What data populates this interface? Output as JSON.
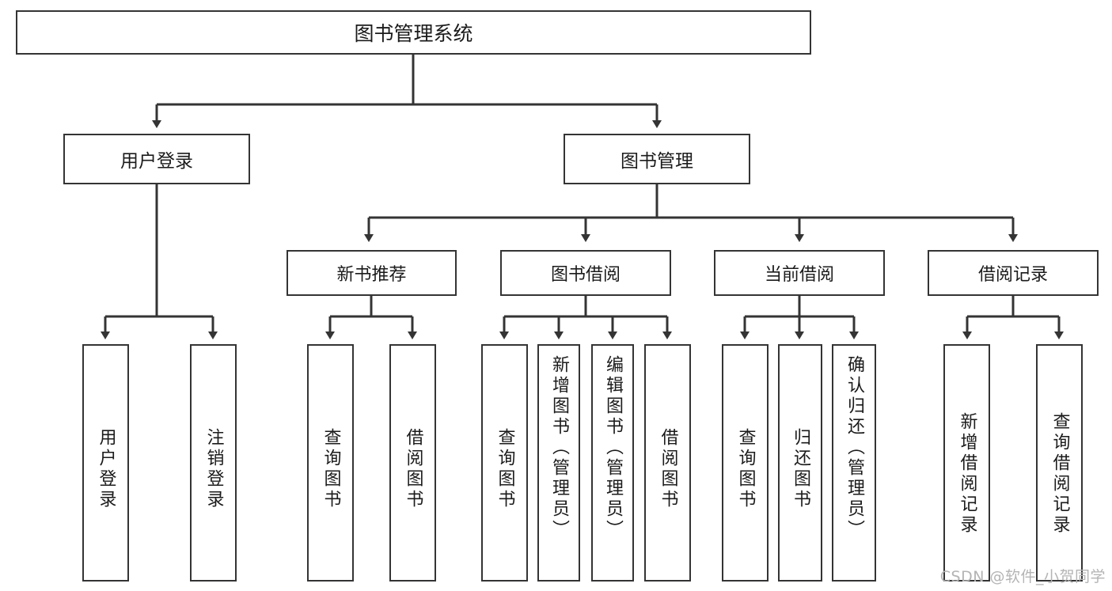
{
  "diagram": {
    "title": "图书管理系统",
    "type": "tree-hierarchy-chart",
    "root": {
      "label": "图书管理系统"
    },
    "level2": [
      {
        "label": "用户登录"
      },
      {
        "label": "图书管理"
      }
    ],
    "level3": [
      {
        "label": "新书推荐"
      },
      {
        "label": "图书借阅"
      },
      {
        "label": "当前借阅"
      },
      {
        "label": "借阅记录"
      }
    ],
    "leaves": {
      "user_login": [
        {
          "label": "用户登录"
        },
        {
          "label": "注销登录"
        }
      ],
      "new_book_recommend": [
        {
          "label": "查询图书"
        },
        {
          "label": "借阅图书"
        }
      ],
      "book_borrow": [
        {
          "label": "查询图书"
        },
        {
          "label": "新增图书（管理员）"
        },
        {
          "label": "编辑图书（管理员）"
        },
        {
          "label": "借阅图书"
        }
      ],
      "current_borrow": [
        {
          "label": "查询图书"
        },
        {
          "label": "归还图书"
        },
        {
          "label": "确认归还（管理员）"
        }
      ],
      "borrow_record": [
        {
          "label": "新增借阅记录"
        },
        {
          "label": "查询借阅记录"
        }
      ]
    }
  },
  "watermark": {
    "text": "CSDN @软件_小贺同学"
  },
  "colors": {
    "border": "#343434",
    "text": "#1b1b1b",
    "background": "#ffffff",
    "watermark": "#b4b4b4"
  }
}
